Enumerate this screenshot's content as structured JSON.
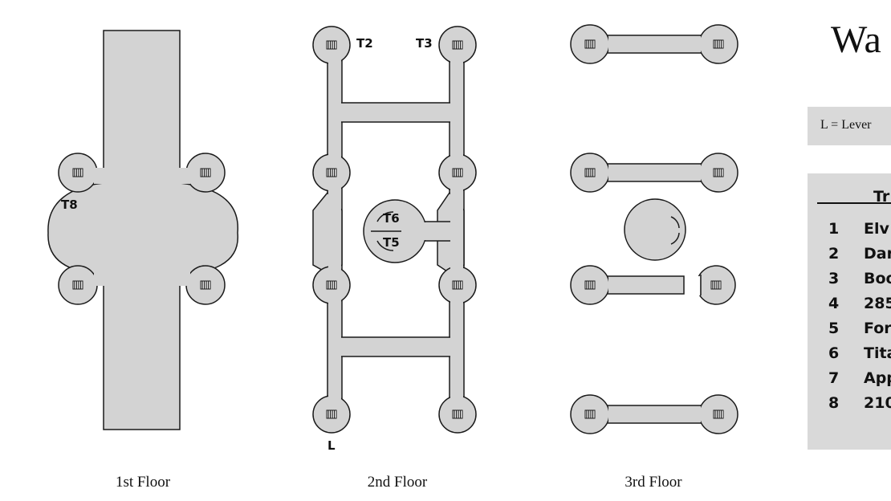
{
  "map": {
    "title": "Wa",
    "legend_text": "L = Lever",
    "table_header": "Tr",
    "floors": [
      {
        "label": "1st Floor"
      },
      {
        "label": "2nd Floor"
      },
      {
        "label": "3rd Floor"
      }
    ],
    "markers": {
      "t2": "T2",
      "t3": "T3",
      "t8": "T8",
      "t6": "T6",
      "t5": "T5",
      "lever": "L"
    },
    "traps": [
      {
        "num": "1",
        "name": "Elv"
      },
      {
        "num": "2",
        "name": "Dar"
      },
      {
        "num": "3",
        "name": "Boo"
      },
      {
        "num": "4",
        "name": "285"
      },
      {
        "num": "5",
        "name": "For"
      },
      {
        "num": "6",
        "name": "Tita"
      },
      {
        "num": "7",
        "name": "App"
      },
      {
        "num": "8",
        "name": "210"
      }
    ]
  },
  "colors": {
    "fill": "#d3d3d3",
    "stroke": "#1a1a1a",
    "panel": "#d9d9d9"
  }
}
